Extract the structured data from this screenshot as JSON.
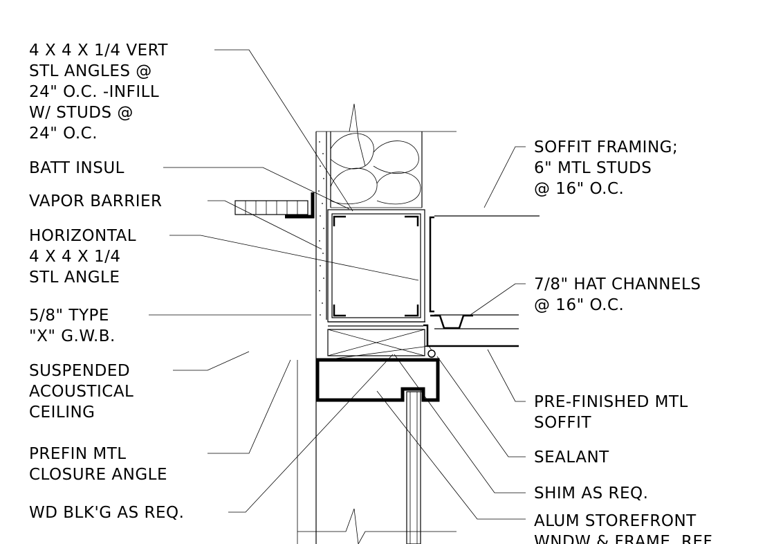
{
  "labels": {
    "vert_angles": [
      "4 X 4 X 1/4 VERT",
      "STL ANGLES @",
      "24\" O.C. -INFILL",
      "W/ STUDS @",
      "24\" O.C."
    ],
    "batt_insul": "BATT INSUL",
    "vapor_barrier": "VAPOR BARRIER",
    "horizontal_angle": [
      "HORIZONTAL",
      "4 X 4 X 1/4",
      "STL ANGLE"
    ],
    "gwb": [
      "5/8\" TYPE",
      "\"X\" G.W.B."
    ],
    "ceiling": [
      "SUSPENDED",
      "ACOUSTICAL",
      "CEILING"
    ],
    "closure_angle": [
      "PREFIN MTL",
      "CLOSURE ANGLE"
    ],
    "wd_blkg": "WD BLK'G AS REQ.",
    "soffit_framing": [
      "SOFFIT FRAMING;",
      "6\" MTL STUDS",
      "@ 16\" O.C."
    ],
    "hat_channels": [
      "7/8\" HAT CHANNELS",
      "@ 16\" O.C."
    ],
    "prefinished_soffit": [
      "PRE-FINISHED MTL",
      "SOFFIT"
    ],
    "sealant": "SEALANT",
    "shim": "SHIM AS REQ.",
    "storefront": [
      "ALUM STOREFRONT",
      "WNDW & FRAME, REF"
    ]
  }
}
